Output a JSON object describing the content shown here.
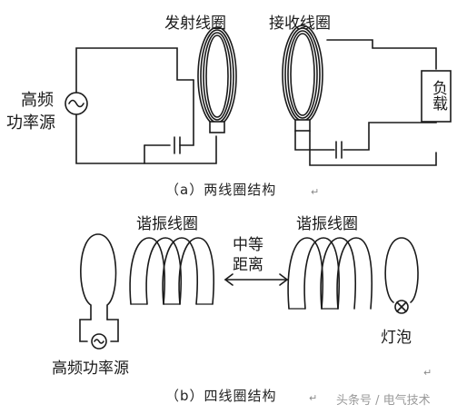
{
  "top": {
    "tx_coil_label": "发射线圈",
    "rx_coil_label": "接收线圈",
    "source_label_line1": "高频",
    "source_label_line2": "功率源",
    "load_label": "负载",
    "caption": "（a）两线圈结构"
  },
  "bottom": {
    "left_res_label": "谐振线圈",
    "right_res_label": "谐振线圈",
    "distance_line1": "中等",
    "distance_line2": "距离",
    "source_label": "高频功率源",
    "lamp_label": "灯泡",
    "caption": "（b）四线圈结构"
  },
  "watermark": "头条号 / 电气技术",
  "edit_marks": [
    "↵",
    "↵",
    "↵"
  ],
  "colors": {
    "stroke": "#1a1a1a",
    "background": "#ffffff"
  }
}
